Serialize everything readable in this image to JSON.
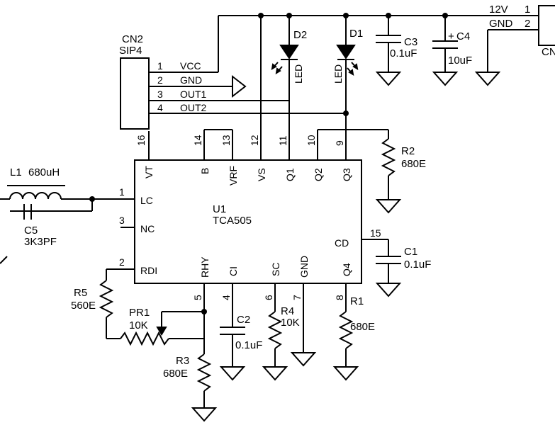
{
  "ic": {
    "ref": "U1",
    "part": "TCA505",
    "pins": {
      "vt": {
        "num": "16",
        "name": "VT"
      },
      "b": {
        "num": "14",
        "name": "B"
      },
      "vrf": {
        "num": "13",
        "name": "VRF"
      },
      "vs": {
        "num": "12",
        "name": "VS"
      },
      "q1": {
        "num": "11",
        "name": "Q1"
      },
      "q2": {
        "num": "10",
        "name": "Q2"
      },
      "q3": {
        "num": "9",
        "name": "Q3"
      },
      "lc": {
        "num": "1",
        "name": "LC"
      },
      "nc": {
        "num": "3",
        "name": "NC"
      },
      "rdi": {
        "num": "2",
        "name": "RDI"
      },
      "cd": {
        "num": "15",
        "name": "CD"
      },
      "rhy": {
        "num": "5",
        "name": "RHY"
      },
      "ci": {
        "num": "4",
        "name": "CI"
      },
      "sc": {
        "num": "6",
        "name": "SC"
      },
      "gnd": {
        "num": "7",
        "name": "GND"
      },
      "q4": {
        "num": "8",
        "name": "Q4"
      }
    }
  },
  "cn2": {
    "ref": "CN2",
    "type": "SIP4",
    "pins": [
      {
        "num": "1",
        "name": "VCC"
      },
      {
        "num": "2",
        "name": "GND"
      },
      {
        "num": "3",
        "name": "OUT1"
      },
      {
        "num": "4",
        "name": "OUT2"
      }
    ]
  },
  "cn1": {
    "ref_partial": "CN",
    "pins": [
      {
        "num": "1",
        "name": "12V"
      },
      {
        "num": "2",
        "name": "GND"
      }
    ]
  },
  "components": {
    "d1": {
      "ref": "D1",
      "type": "LED"
    },
    "d2": {
      "ref": "D2",
      "type": "LED"
    },
    "c1": {
      "ref": "C1",
      "value": "0.1uF"
    },
    "c2": {
      "ref": "C2",
      "value": "0.1uF"
    },
    "c3": {
      "ref": "C3",
      "value": "0.1uF"
    },
    "c4": {
      "ref": "C4",
      "value": "10uF",
      "polarity": "+"
    },
    "c5": {
      "ref": "C5",
      "value": "3K3PF"
    },
    "l1": {
      "ref": "L1",
      "value": "680uH"
    },
    "r1": {
      "ref": "R1",
      "value": "680E"
    },
    "r2": {
      "ref": "R2",
      "value": "680E"
    },
    "r3": {
      "ref": "R3",
      "value": "680E"
    },
    "r4": {
      "ref": "R4",
      "value": "10K"
    },
    "r5": {
      "ref": "R5",
      "value": "560E"
    },
    "pr1": {
      "ref": "PR1",
      "value": "10K"
    }
  }
}
